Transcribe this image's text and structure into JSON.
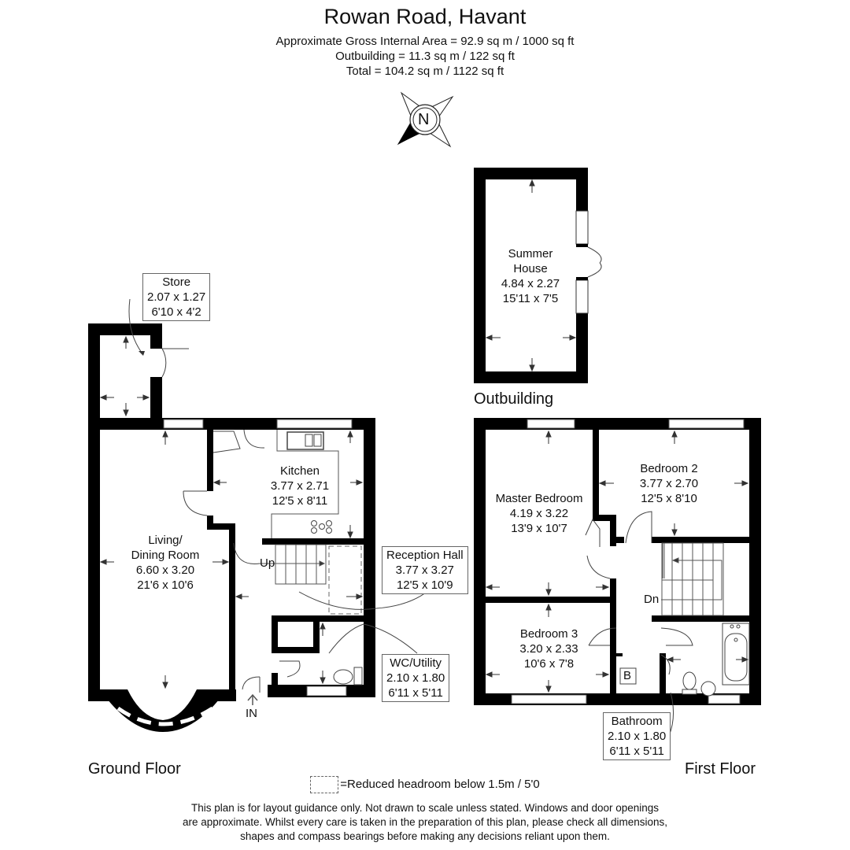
{
  "header": {
    "title": "Rowan Road, Havant",
    "area_lines": [
      "Approximate Gross Internal Area = 92.9 sq m / 1000 sq ft",
      "Outbuilding = 11.3 sq m / 122 sq ft",
      "Total = 104.2 sq m / 1122 sq ft"
    ],
    "compass_label": "N"
  },
  "floors": {
    "ground": {
      "label": "Ground Floor",
      "rooms": [
        {
          "name": "Store",
          "metric": "2.07 x 1.27",
          "imperial": "6'10 x 4'2"
        },
        {
          "name": "Kitchen",
          "metric": "3.77 x 2.71",
          "imperial": "12'5 x 8'11"
        },
        {
          "name_line1": "Living/",
          "name_line2": "Dining Room",
          "metric": "6.60 x 3.20",
          "imperial": "21'6 x 10'6"
        },
        {
          "name": "Reception Hall",
          "metric": "3.77 x 3.27",
          "imperial": "12'5 x 10'9"
        },
        {
          "name": "WC/Utility",
          "metric": "2.10 x 1.80",
          "imperial": "6'11 x 5'11"
        }
      ],
      "stairs_label": "Up",
      "entrance_label": "IN"
    },
    "outbuilding": {
      "label": "Outbuilding",
      "rooms": [
        {
          "name_line1": "Summer",
          "name_line2": "House",
          "metric": "4.84 x 2.27",
          "imperial": "15'11 x 7'5"
        }
      ]
    },
    "first": {
      "label": "First Floor",
      "rooms": [
        {
          "name": "Master Bedroom",
          "metric": "4.19 x 3.22",
          "imperial": "13'9 x 10'7"
        },
        {
          "name": "Bedroom 2",
          "metric": "3.77 x 2.70",
          "imperial": "12'5 x 8'10"
        },
        {
          "name": "Bedroom 3",
          "metric": "3.20 x 2.33",
          "imperial": "10'6 x 7'8"
        },
        {
          "name": "Bathroom",
          "metric": "2.10 x 1.80",
          "imperial": "6'11 x 5'11"
        }
      ],
      "stairs_label": "Dn",
      "boiler_label": "B"
    }
  },
  "legend": {
    "text": "=Reduced headroom below 1.5m / 5'0"
  },
  "disclaimer": {
    "lines": [
      "This plan is for layout guidance only. Not drawn to scale unless stated. Windows and door openings",
      "are approximate. Whilst every care is taken in the preparation of this plan, please check all dimensions,",
      "shapes and compass bearings before making any decisions reliant upon them."
    ]
  },
  "colors": {
    "wall": "#000000",
    "line": "#555555",
    "background": "#ffffff"
  }
}
